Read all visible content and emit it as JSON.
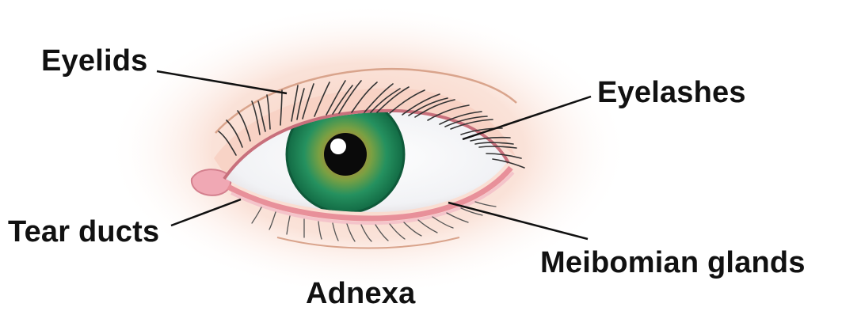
{
  "labels": {
    "eyelids": "Eyelids",
    "eyelashes": "Eyelashes",
    "tear_ducts": "Tear ducts",
    "meibomian_glands": "Meibomian glands",
    "adnexa": "Adnexa"
  },
  "colors": {
    "skin_glow": "#f9d6c8",
    "eyelid_skin": "#f7d8cc",
    "crease": "#d9a48c",
    "lid_margin": "#e8909a",
    "sclera": "#f7f8fa",
    "iris_outer": "#1f8a5e",
    "iris_inner": "#b08a3a",
    "pupil": "#0a0a0a",
    "caruncle": "#f0a8b4",
    "lash": "#3a3a3a",
    "leader_line": "#111111"
  }
}
